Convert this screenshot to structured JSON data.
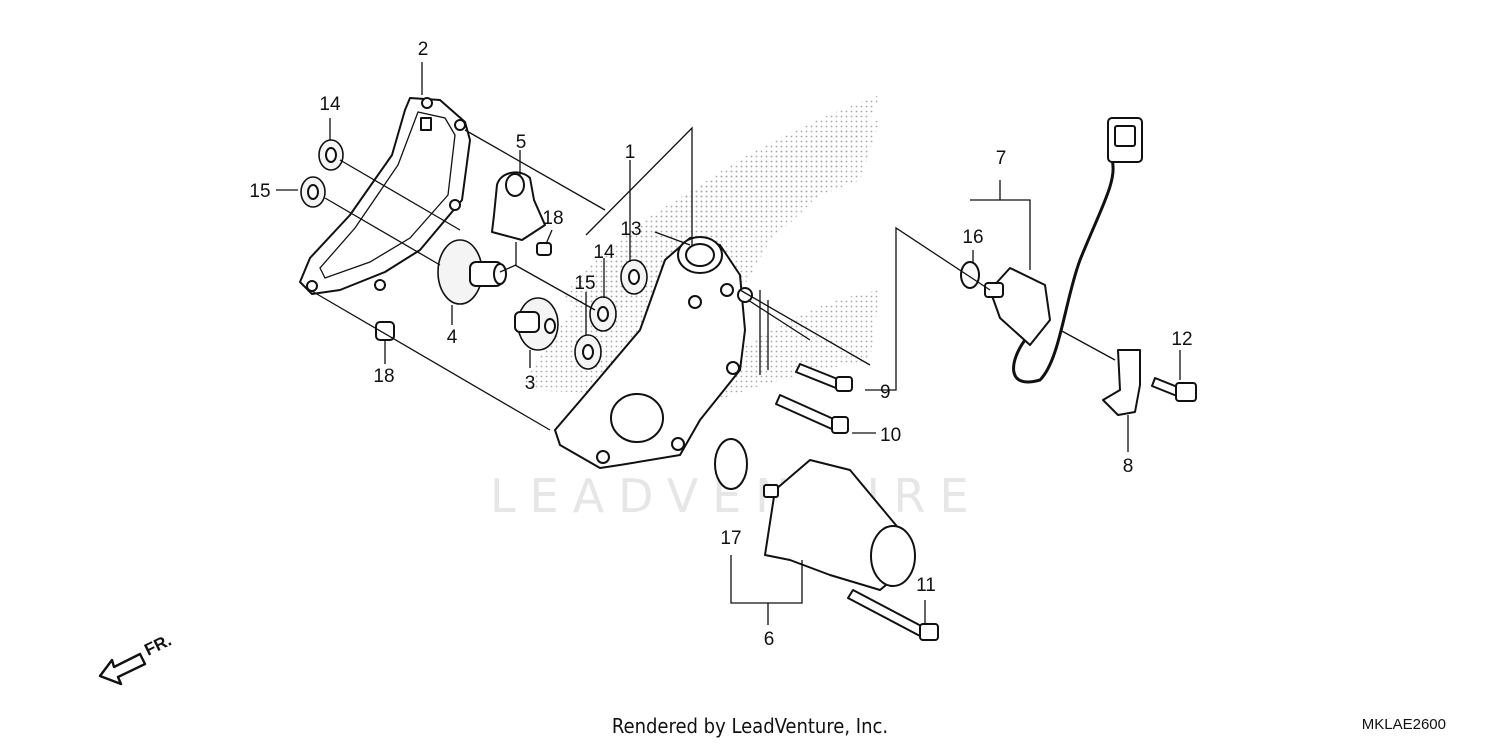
{
  "diagram": {
    "watermark": "LEADVENTURE",
    "direction_label": "FR.",
    "callouts": [
      "1",
      "2",
      "3",
      "4",
      "5",
      "6",
      "7",
      "8",
      "9",
      "10",
      "11",
      "12",
      "13",
      "14",
      "14",
      "15",
      "15",
      "16",
      "17",
      "18",
      "18"
    ]
  },
  "footer": {
    "credit": "Rendered by LeadVenture, Inc.",
    "code": "MKLAE2600"
  }
}
